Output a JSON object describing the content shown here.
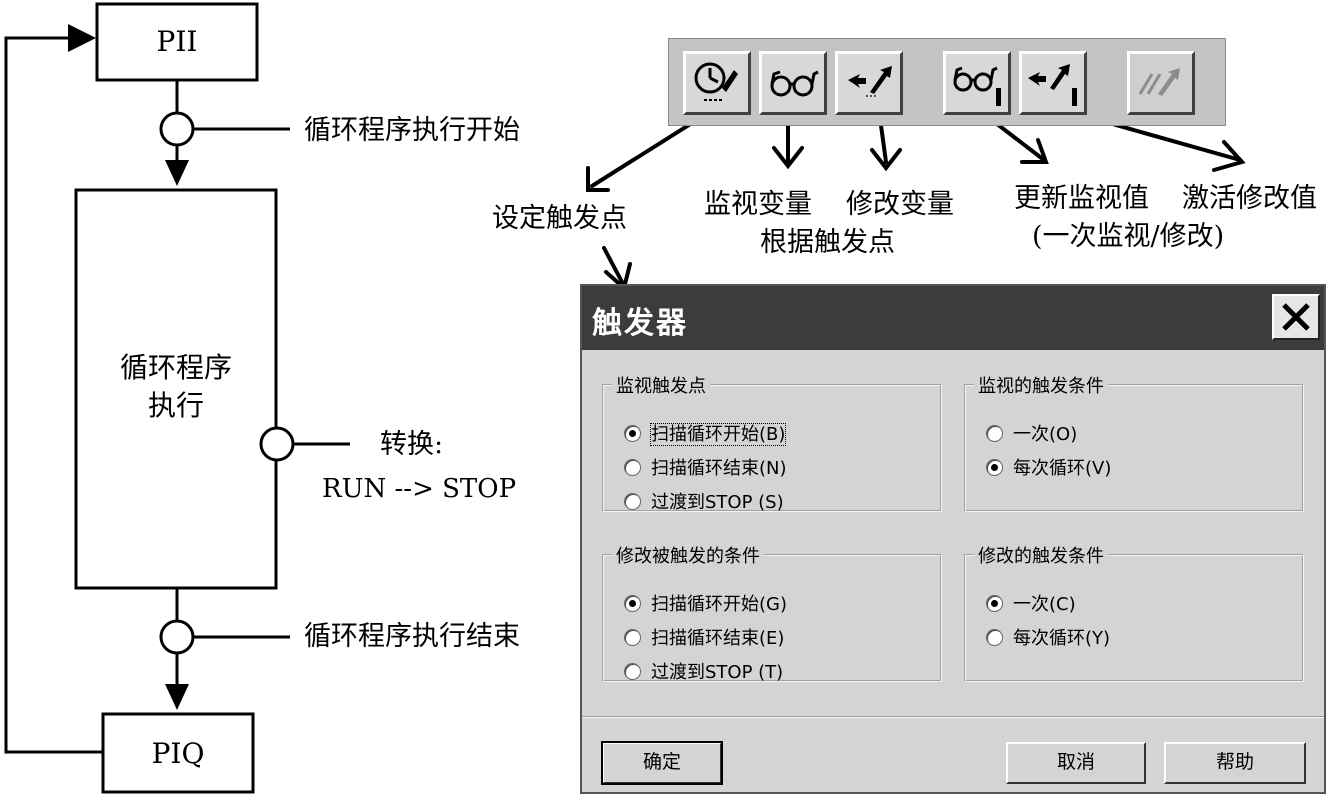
{
  "flowchart": {
    "pii_label": "PII",
    "piq_label": "PIQ",
    "main_box_line1": "循环程序",
    "main_box_line2": "执行",
    "cycle_start_label": "循环程序执行开始",
    "transition_label": "转换:",
    "transition_sub": "RUN --> STOP",
    "cycle_end_label": "循环程序执行结束"
  },
  "toolbar_labels": {
    "set_trigger": "设定触发点",
    "monitor_vars": "监视变量",
    "modify_vars": "修改变量",
    "by_trigger": "根据触发点",
    "update_monitor": "更新监视值",
    "activate_modify": "激活修改值",
    "once_note": "(一次监视/修改)"
  },
  "toolbar_icons": [
    "trigger-clock-icon",
    "glasses-icon",
    "modify-arrows-icon",
    "glasses-once-icon",
    "modify-arrows-once-icon",
    "modify-arrows-disabled-icon"
  ],
  "dialog": {
    "title": "触发器",
    "monitor_trigger_point": {
      "legend": "监视触发点",
      "options": [
        "扫描循环开始(B)",
        "扫描循环结束(N)",
        "过渡到STOP (S)"
      ],
      "selected": 0
    },
    "monitor_trigger_condition": {
      "legend": "监视的触发条件",
      "options": [
        "一次(O)",
        "每次循环(V)"
      ],
      "selected": 1
    },
    "modify_trigger_point": {
      "legend": "修改被触发的条件",
      "options": [
        "扫描循环开始(G)",
        "扫描循环结束(E)",
        "过渡到STOP (T)"
      ],
      "selected": 0
    },
    "modify_trigger_condition": {
      "legend": "修改的触发条件",
      "options": [
        "一次(C)",
        "每次循环(Y)"
      ],
      "selected": 0
    },
    "buttons": {
      "ok": "确定",
      "cancel": "取消",
      "help": "帮助"
    }
  },
  "colors": {
    "titlebar": "#3c3c3c",
    "dialog_face": "#d4d4d4",
    "toolbar_face": "#c4c4c4"
  }
}
